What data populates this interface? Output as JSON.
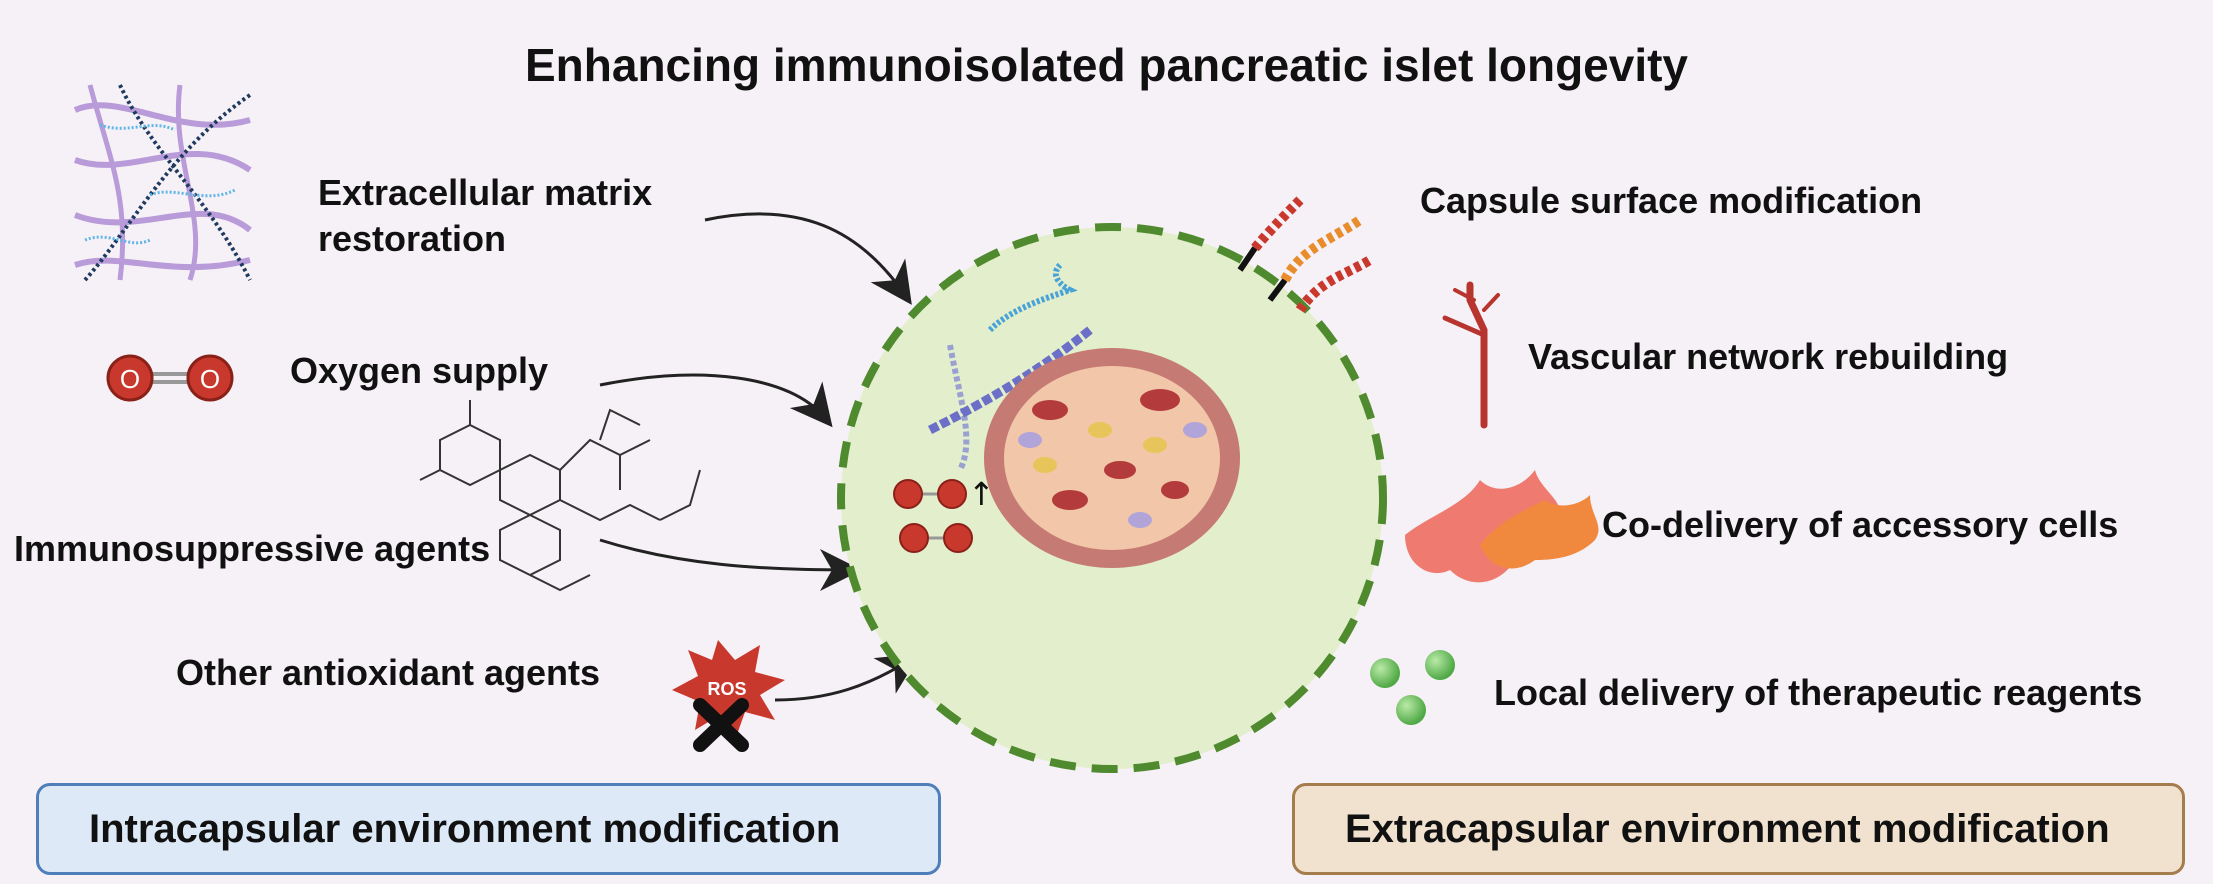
{
  "title": "Enhancing immunoisolated pancreatic islet longevity",
  "left_items": {
    "ecm": "Extracellular matrix restoration",
    "ecm_line1": "Extracellular matrix",
    "ecm_line2": "restoration",
    "oxygen": "Oxygen supply",
    "immuno": "Immunosuppressive agents",
    "antiox": "Other antioxidant agents"
  },
  "right_items": {
    "surface": "Capsule surface modification",
    "vascular": "Vascular network rebuilding",
    "codelivery": "Co-delivery of accessory cells",
    "local": "Local delivery of therapeutic reagents"
  },
  "glyphs": {
    "oxygen_atom": "O",
    "ros": "ROS",
    "up_arrow": "↑"
  },
  "boxes": {
    "intracapsular": "Intracapsular environment modification",
    "extracapsular": "Extracapsular environment modification"
  },
  "colors": {
    "capsule_fill": "#e3efcc",
    "capsule_border": "#4f8a2e",
    "oxygen_red": "#c9382d",
    "vessel_red": "#b8342e",
    "cell_salmon": "#ee7a70",
    "cell_orange": "#f0883e",
    "bead_green": "#7cc66b",
    "intra_box": "#dde9f7",
    "extra_box": "#f1e2cf"
  }
}
